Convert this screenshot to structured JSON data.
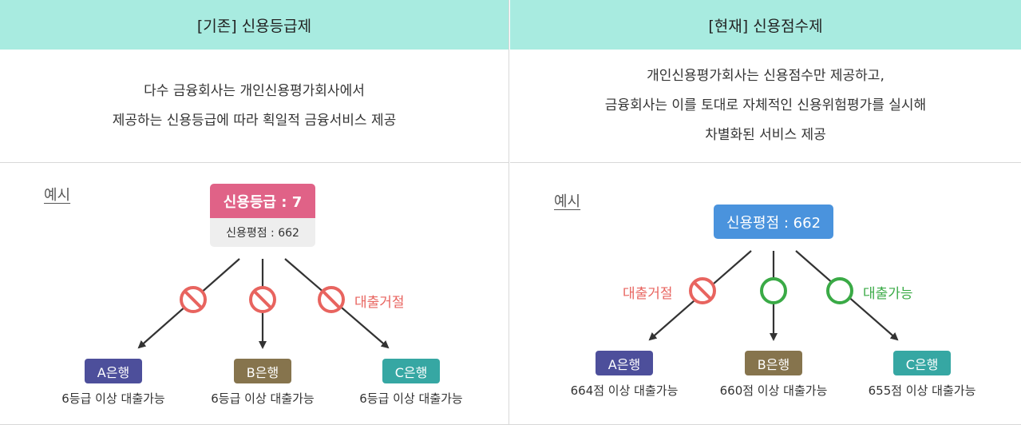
{
  "left": {
    "header": "[기존] 신용등급제",
    "description": [
      "다수 금융회사는 개인신용평가회사에서",
      "제공하는 신용등급에 따라 획일적 금융서비스 제공"
    ],
    "example_label": "예시",
    "grade_box": "신용등급 : 7",
    "score_sub": "신용평점 : 662",
    "verdict": "대출거절",
    "banks": [
      {
        "name": "A은행",
        "condition": "6등급 이상 대출가능"
      },
      {
        "name": "B은행",
        "condition": "6등급 이상 대출가능"
      },
      {
        "name": "C은행",
        "condition": "6등급 이상 대출가능"
      }
    ]
  },
  "right": {
    "header": "[현재] 신용점수제",
    "description": [
      "개인신용평가회사는 신용점수만 제공하고,",
      "금융회사는 이를 토대로 자체적인 신용위험평가를 실시해",
      "차별화된 서비스 제공"
    ],
    "example_label": "예시",
    "score_box": "신용평점 : 662",
    "verdict_reject": "대출거절",
    "verdict_ok": "대출가능",
    "banks": [
      {
        "name": "A은행",
        "condition": "664점 이상 대출가능"
      },
      {
        "name": "B은행",
        "condition": "660점 이상 대출가능"
      },
      {
        "name": "C은행",
        "condition": "655점 이상 대출가능"
      }
    ]
  },
  "colors": {
    "header_bg": "#a8ebe0",
    "grade_box": "#e06287",
    "score_box": "#4a93dd",
    "reject": "#e8645f",
    "ok": "#3aaa46",
    "bank_a": "#4d4f9b",
    "bank_b": "#86744d",
    "bank_c": "#36a7a3"
  },
  "icons": {
    "reject": "no-entry-icon",
    "ok": "circle-ok-icon"
  }
}
